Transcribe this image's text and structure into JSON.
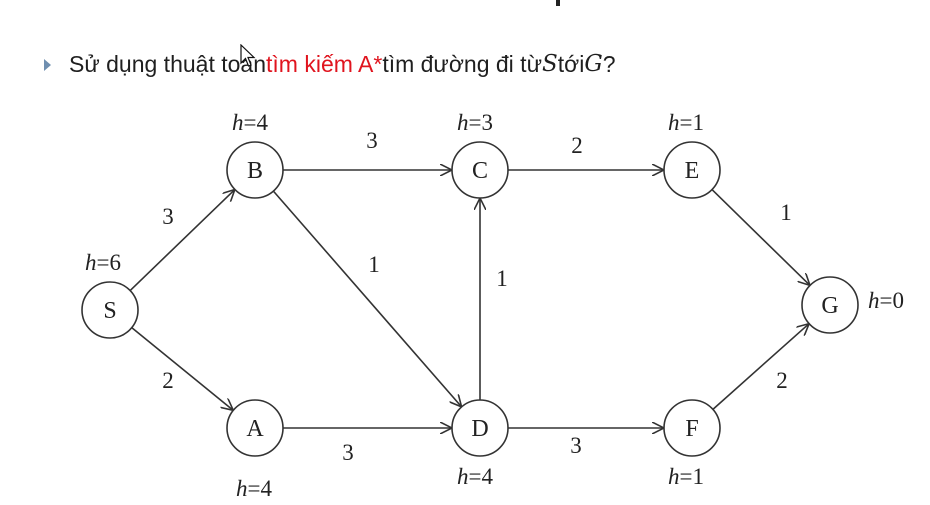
{
  "question": {
    "before": "Sử dụng thuật toán ",
    "accent": "tìm kiếm A*",
    "middle": " tìm đường đi từ ",
    "var_start": "S",
    "between": " tới ",
    "var_goal": "G",
    "end": "?",
    "accent_color": "#e0141e"
  },
  "graph": {
    "nodes": [
      {
        "id": "S",
        "label": "S",
        "h_var": "h",
        "h_eq": "=6"
      },
      {
        "id": "B",
        "label": "B",
        "h_var": "h",
        "h_eq": "=4"
      },
      {
        "id": "A",
        "label": "A",
        "h_var": "h",
        "h_eq": "=4"
      },
      {
        "id": "C",
        "label": "C",
        "h_var": "h",
        "h_eq": "=3"
      },
      {
        "id": "D",
        "label": "D",
        "h_var": "h",
        "h_eq": "=4"
      },
      {
        "id": "E",
        "label": "E",
        "h_var": "h",
        "h_eq": "=1"
      },
      {
        "id": "F",
        "label": "F",
        "h_var": "h",
        "h_eq": "=1"
      },
      {
        "id": "G",
        "label": "G",
        "h_var": "h",
        "h_eq": "=0"
      }
    ],
    "edges": [
      {
        "from": "S",
        "to": "B",
        "weight": "3"
      },
      {
        "from": "S",
        "to": "A",
        "weight": "2"
      },
      {
        "from": "B",
        "to": "C",
        "weight": "3"
      },
      {
        "from": "B",
        "to": "D",
        "weight": "1"
      },
      {
        "from": "A",
        "to": "D",
        "weight": "3"
      },
      {
        "from": "D",
        "to": "C",
        "weight": "1"
      },
      {
        "from": "C",
        "to": "E",
        "weight": "2"
      },
      {
        "from": "D",
        "to": "F",
        "weight": "3"
      },
      {
        "from": "E",
        "to": "G",
        "weight": "1"
      },
      {
        "from": "F",
        "to": "G",
        "weight": "2"
      }
    ]
  }
}
